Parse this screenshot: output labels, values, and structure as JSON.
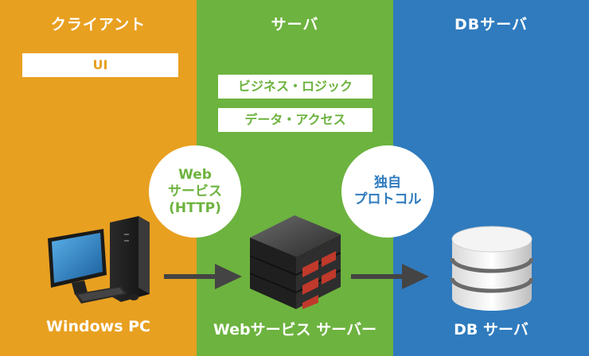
{
  "columns": {
    "client": {
      "title": "クライアント",
      "footer": "Windows PC",
      "ui_label": "UI"
    },
    "server": {
      "title": "サーバ",
      "footer": "Webサービス サーバー",
      "layers": [
        "ビジネス・ロジック",
        "データ・アクセス"
      ]
    },
    "db": {
      "title": "DBサーバ",
      "footer": "DB サーバ"
    }
  },
  "connections": {
    "web": {
      "lines": [
        "Web",
        "サービス",
        "(HTTP)"
      ]
    },
    "proto": {
      "lines": [
        "独自",
        "プロトコル"
      ]
    }
  },
  "colors": {
    "client": "#E8A020",
    "server": "#6DB33F",
    "db": "#2F7BBE"
  },
  "icons": {
    "client": "desktop-pc-icon",
    "server": "server-rack-icon",
    "db": "database-icon",
    "arrow": "arrow-right-icon"
  }
}
